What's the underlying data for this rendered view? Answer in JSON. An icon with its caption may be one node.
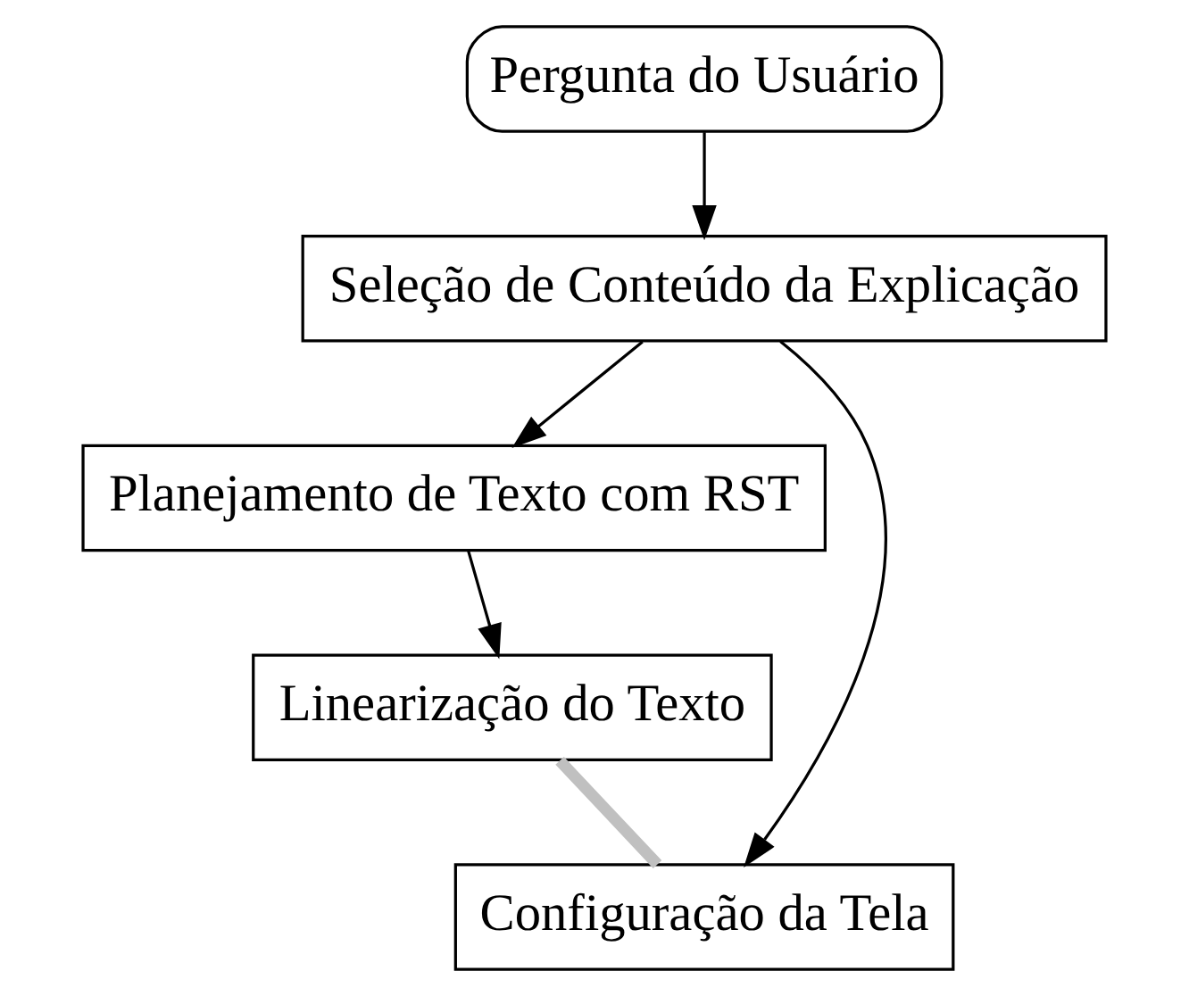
{
  "diagram": {
    "nodes": [
      {
        "text": [
          "Pergunta do Usuário"
        ]
      },
      {
        "text": [
          "Seleção de Conteúdo da Explicação"
        ]
      },
      {
        "text": [
          "Planejamento de Texto com RST"
        ]
      },
      {
        "text": [
          "Linearização do Texto"
        ]
      },
      {
        "text": [
          "Configuração da Tela"
        ]
      }
    ],
    "edges": [
      {
        "from": 0,
        "to": 1,
        "arrow": "to"
      },
      {
        "from": 1,
        "to": 2,
        "arrow": "to"
      },
      {
        "from": 2,
        "to": 3,
        "arrow": "to"
      },
      {
        "from": 1,
        "to": 4,
        "arrow": "to"
      },
      {
        "from": 3,
        "to": 4,
        "arrow": "none",
        "style": "thick",
        "color": "#c0c0c0"
      }
    ]
  }
}
